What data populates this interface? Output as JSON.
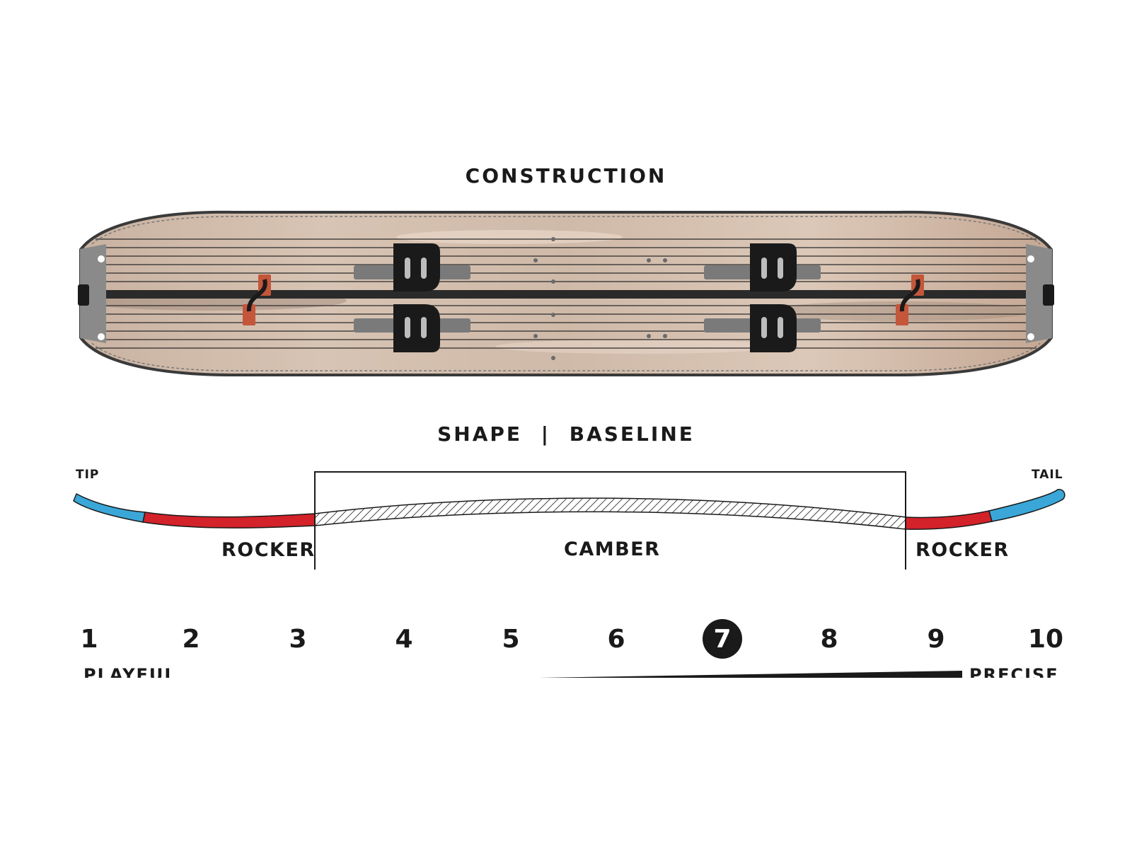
{
  "construction": {
    "title": "CONSTRUCTION"
  },
  "shape": {
    "title": "SHAPE | BASELINE",
    "tip_label": "TIP",
    "tail_label": "TAIL",
    "rocker_left_label": "ROCKER",
    "camber_label": "CAMBER",
    "rocker_right_label": "ROCKER"
  },
  "flex_scale": {
    "values": [
      "1",
      "2",
      "3",
      "4",
      "5",
      "6",
      "7",
      "8",
      "9",
      "10"
    ],
    "selected": 7,
    "left_label": "PLAYFUL",
    "right_label": "PRECISE"
  },
  "colors": {
    "rocker_red": "#d3222a",
    "tip_blue": "#3aa7d8",
    "ink": "#1a1a1a",
    "wood_light": "#d9c4b3",
    "wood_dark": "#b89e8a"
  }
}
